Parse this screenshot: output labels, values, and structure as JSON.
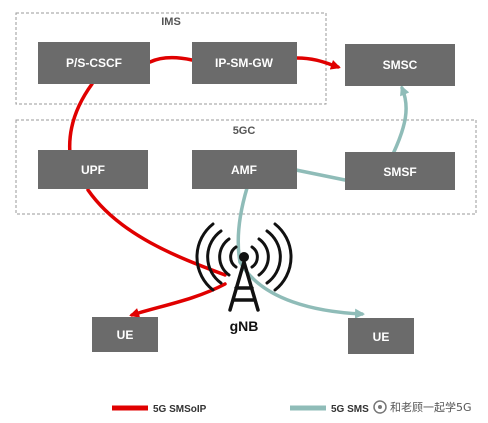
{
  "colors": {
    "sms_over_ip": "#e00000",
    "sms_over_nas": "#8fbcb8",
    "node_fill": "#6b6b6b",
    "node_text": "#ffffff",
    "group_border": "#9a9a9a"
  },
  "groups": {
    "ims": {
      "label": "IMS"
    },
    "core": {
      "label": "5GC"
    }
  },
  "nodes": {
    "pscscf": "P/S-CSCF",
    "ipsmgw": "IP-SM-GW",
    "smsc": "SMSC",
    "upf": "UPF",
    "amf": "AMF",
    "smsf": "SMSF",
    "ue_left": "UE",
    "ue_right": "UE",
    "gnb": "gNB"
  },
  "legend": {
    "sms_over_ip": "5G SMSoIP",
    "sms_over_nas": "5G SMS"
  },
  "watermark": {
    "text": "和老顾一起学5G"
  }
}
